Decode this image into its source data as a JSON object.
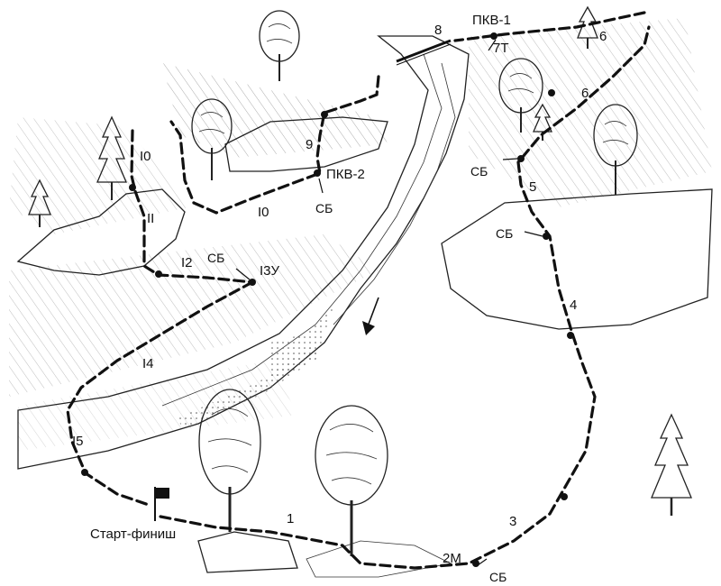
{
  "labels": {
    "pkv1": "ПКВ-1",
    "pkv2": "ПКВ-2",
    "cp_7t": "7Т",
    "cp_8": "8",
    "cp_6a": "6",
    "cp_6b": "6",
    "cp_5": "5",
    "cp_4": "4",
    "cp_3": "3",
    "cp_2m": "2М",
    "cp_1": "1",
    "cp_9": "9",
    "cp_10a": "I0",
    "cp_10b": "I0",
    "cp_11": "II",
    "cp_12": "I2",
    "cp_13u": "I3У",
    "cp_14": "I4",
    "cp_15": "I5",
    "sb_1": "СБ",
    "sb_2": "СБ",
    "sb_3": "СБ",
    "sb_4": "СБ",
    "sb_5": "СБ",
    "start_finish": "Старт-финиш"
  },
  "icons": [
    "start-flag-icon",
    "deciduous-tree-icon",
    "conifer-tree-icon",
    "river-flow-arrow-icon"
  ],
  "colors": {
    "ink": "#111111",
    "paper": "#ffffff"
  }
}
